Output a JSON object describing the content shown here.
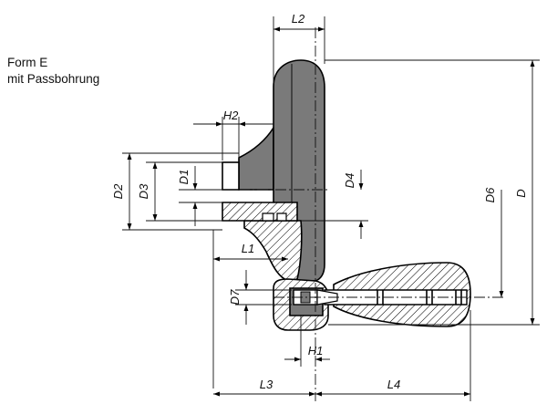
{
  "note": {
    "line1": "Form E",
    "line2": "mit Passbohrung"
  },
  "dims": {
    "L2": "L2",
    "H2": "H2",
    "D1": "D1",
    "D2": "D2",
    "D3": "D3",
    "D4": "D4",
    "D6": "D6",
    "D": "D",
    "L1": "L1",
    "D7": "D7",
    "H1": "H1",
    "L3": "L3",
    "L4": "L4"
  },
  "colors": {
    "line": "#000000",
    "fill": "#7a7a7a",
    "background": "#ffffff"
  }
}
